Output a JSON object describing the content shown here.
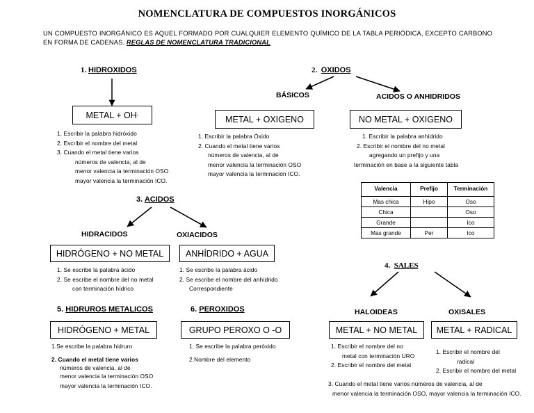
{
  "document": {
    "title": "NOMENCLATURA DE COMPUESTOS INORGÁNICOS",
    "intro_text": "UN COMPUESTO INORGÁNICO ES AQUEL FORMADO POR CUALQUIER ELEMENTO QUÍMICO DE LA TABLA PERIÓDICA, EXCEPTO CARBONO EN FORMA DE CADENAS. ",
    "intro_rules": "REGLAS DE NOMENCLATURA TRADICIONAL"
  },
  "sections": {
    "hidroxidos": {
      "number": "1.",
      "name": "HIDROXIDOS",
      "box": "METAL  +  OH",
      "box_sup": "-",
      "rules": [
        "1.    Escribir la palabra hidróxido",
        "2.    Escribir el nombre del metal",
        "3.    Cuando el metal tiene varios",
        "números de valencia, al de",
        "menor valencia la terminación OSO",
        "mayor valencia la terminación ICO."
      ]
    },
    "oxidos": {
      "number": "2.",
      "name": "OXIDOS",
      "basicos": {
        "heading": "BÁSICOS",
        "box": "METAL + OXIGENO",
        "rules": [
          "1. Escribir la palabra Óxido",
          "2. Cuando el metal tiene varios",
          "números de valencia, al de",
          "menor valencia la terminación OSO",
          "mayor valencia la terminación ICO."
        ]
      },
      "acidos_anhidridos": {
        "heading": "ACIDOS O ANHIDRIDOS",
        "box": "NO METAL + OXIGENO",
        "rules": [
          "1.    Escribir la palabra anhídrido",
          "2. Escribir el nombre del no metal",
          "agregando un prefijo y una",
          "terminación en base a la siguiente tabla"
        ]
      }
    },
    "tabla_valencias": {
      "headers": [
        "Valencia",
        "Prefijo",
        "Terminación"
      ],
      "rows": [
        [
          "Mas chica",
          "Hipo",
          "Oso"
        ],
        [
          "Chica",
          "",
          "Oso"
        ],
        [
          "Grande",
          "",
          "Ico"
        ],
        [
          "Mas grande",
          "Per",
          "Ico"
        ]
      ]
    },
    "acidos": {
      "number": "3.",
      "name": "ACIDOS",
      "hidracidos": {
        "heading": "HIDRACIDOS",
        "box": "HIDRÓGENO  +  NO METAL",
        "rules": [
          "1.    Se escribe la palabra ácido",
          "2.    Se escribe el nombre del no metal",
          "con terminación hídrico"
        ]
      },
      "oxiacidos": {
        "heading": "OXIACIDOS",
        "box": "ANHÍDRIDO  +  AGUA",
        "rules": [
          "1.      Se escribe la palabra ácido",
          "2.    Se escribe el nombre del anhídrido",
          "Correspondiente"
        ]
      }
    },
    "sales": {
      "number": "4.",
      "name": "SALES",
      "haloideas": {
        "heading": "HALOIDEAS",
        "box": "METAL + NO METAL",
        "rules": [
          "1. Escribir el nombre del no",
          "metal con terminación URO",
          "2. Escribir el nombre del metal"
        ],
        "rule3_line1": "3. Cuando el metal tiene varios  números de valencia, al de",
        "rule3_line2": "menor valencia la terminación OSO, mayor valencia la terminación ICO."
      },
      "oxisales": {
        "heading": "OXISALES",
        "box": "METAL + RADICAL",
        "rules": [
          "1.     Escribir el nombre del",
          "radical",
          "2.    Escribir el nombre del metal"
        ]
      }
    },
    "hidruros_metalicos": {
      "number": "5.",
      "name": "HIDRUROS METALICOS",
      "box": "HIDRÓGENO  +  METAL",
      "rules": [
        "1.Se escribe la palabra hidruro",
        "2. Cuando el metal tiene varios",
        "números de valencia, al de",
        "menor valencia la terminación OSO",
        "mayor valencia la terminación ICO."
      ]
    },
    "peroxidos": {
      "number": "6.",
      "name": "PEROXIDOS",
      "box": "GRUPO PEROXO  O -O",
      "rules": [
        "1. Se escribe la palabra peróxido",
        "2.Nombre del elemento"
      ]
    }
  },
  "colors": {
    "ink": "#000000",
    "paper": "#ffffff"
  }
}
